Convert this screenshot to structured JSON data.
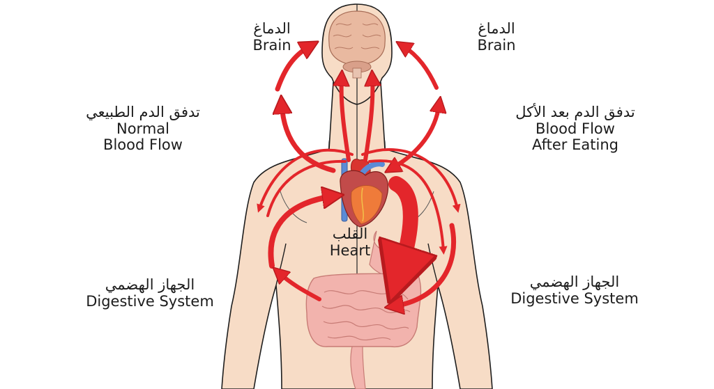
{
  "diagram": {
    "colors": {
      "skin": "#f7dcc6",
      "outline": "#1e1e1e",
      "arrow": "#e3262b",
      "arrow_edge": "#b81a1e",
      "brain": "#e9b9a0",
      "heart_red": "#d9342f",
      "heart_orange": "#ef7b3a",
      "vein_blue": "#5b8bd6",
      "gut": "#f2b3ad",
      "gut_edge": "#c77b75"
    },
    "labels": {
      "brain_left": {
        "ar": "الدماغ",
        "en": "Brain"
      },
      "brain_right": {
        "ar": "الدماغ",
        "en": "Brain"
      },
      "normal_flow": {
        "ar": "تدفق الدم الطبيعي",
        "en_line1": "Normal",
        "en_line2": "Blood Flow"
      },
      "after_eating_flow": {
        "ar": "تدفق الدم بعد الأكل",
        "en_line1": "Blood Flow",
        "en_line2": "After Eating"
      },
      "heart": {
        "ar": "القلب",
        "en": "Heart"
      },
      "digestive_left": {
        "ar": "الجهاز الهضمي",
        "en": "Digestive System"
      },
      "digestive_right": {
        "ar": "الجهاز الهضمي",
        "en": "Digestive System"
      }
    },
    "sides": [
      {
        "name": "left",
        "state": "Normal Blood Flow"
      },
      {
        "name": "right",
        "state": "Blood Flow After Eating"
      }
    ]
  }
}
